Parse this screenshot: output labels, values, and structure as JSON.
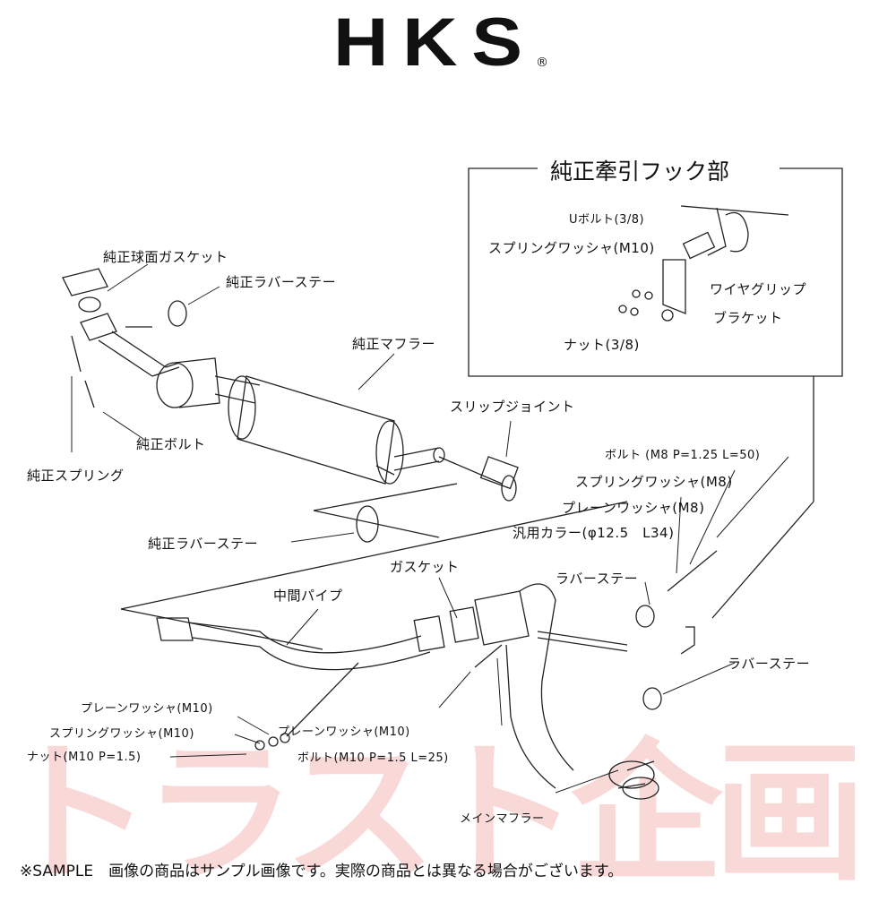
{
  "brand": {
    "logo": "HKS",
    "registered": "®"
  },
  "watermark": "トラスト企画",
  "inset": {
    "title": "純正牽引フック部",
    "labels": {
      "u_bolt": "Uボルト(3/8)",
      "spring_washer_m10": "スプリングワッシャ(M10)",
      "wire_grip": "ワイヤグリップ",
      "bracket": "ブラケット",
      "nut_38": "ナット(3/8)"
    }
  },
  "labels": {
    "oem_ball_gasket": "純正球面ガスケット",
    "oem_rubber_stay_top": "純正ラバーステー",
    "oem_muffler": "純正マフラー",
    "oem_bolt": "純正ボルト",
    "oem_spring": "純正スプリング",
    "slip_joint": "スリップジョイント",
    "bolt_m8": "ボルト (M8 P=1.25 L=50)",
    "spring_washer_m8": "スプリングワッシャ(M8)",
    "plain_washer_m8": "プレーンワッシャ(M8)",
    "collar": "汎用カラー(φ12.5　L34)",
    "oem_rubber_stay_mid": "純正ラバーステー",
    "gasket": "ガスケット",
    "center_pipe": "中間パイプ",
    "rubber_stay_1": "ラバーステー",
    "rubber_stay_2": "ラバーステー",
    "plain_washer_m10_left": "プレーンワッシャ(M10)",
    "spring_washer_m10_left": "スプリングワッシャ(M10)",
    "nut_m10": "ナット(M10 P=1.5)",
    "plain_washer_m10_right": "プレーンワッシャ(M10)",
    "bolt_m10": "ボルト(M10 P=1.5 L=25)",
    "main_muffler": "メインマフラー"
  },
  "footer": "※SAMPLE　画像の商品はサンプル画像です。実際の商品とは異なる場合がございます。"
}
